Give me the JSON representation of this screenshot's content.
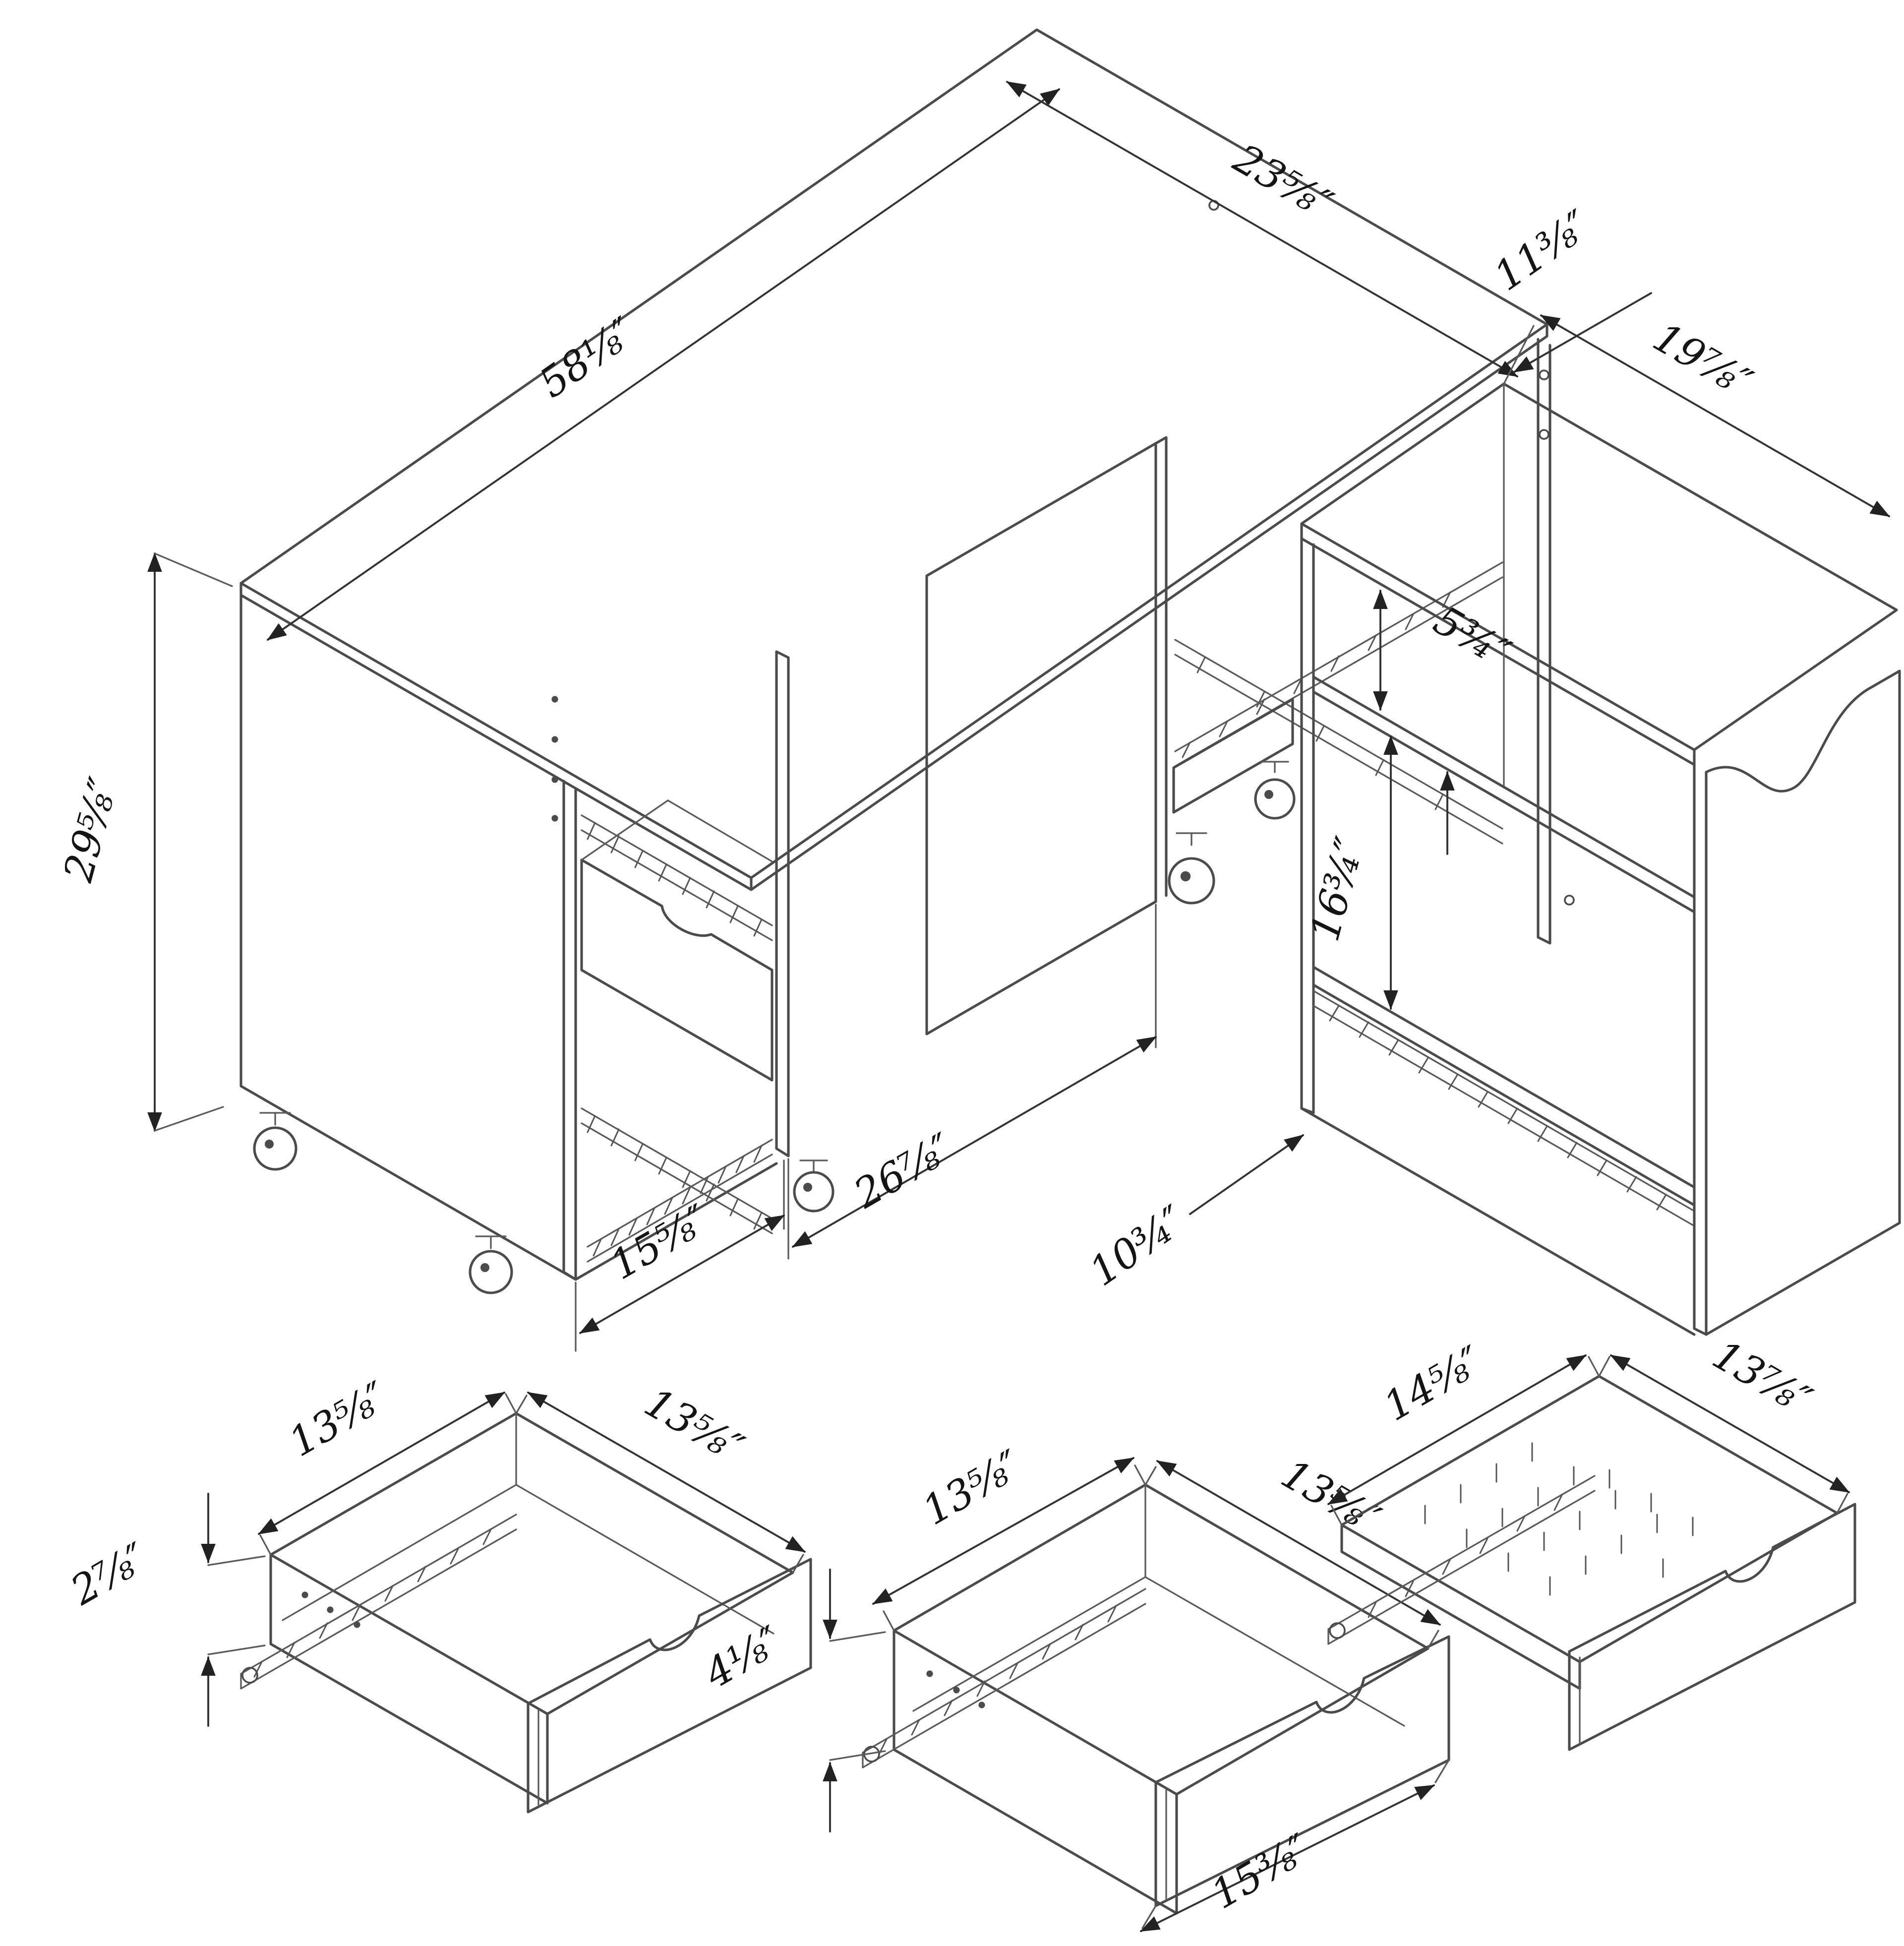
{
  "diagram": {
    "kind": "furniture-assembly-dimension-diagram",
    "units": "inches",
    "main_view": "craft desk with drawer pedestal and mobile storage cart",
    "detail_views": [
      "small drawer",
      "deep drawer",
      "perforated sliding tray"
    ]
  },
  "dims": {
    "desk_width": {
      "label": "58⅛″"
    },
    "desk_depth": {
      "label": "23⅝″"
    },
    "desk_height": {
      "label": "29⅝″"
    },
    "pedestal_width": {
      "label": "15⅝″"
    },
    "knee_space_width": {
      "label": "26⅞″"
    },
    "cart_top_depth": {
      "label": "11⅜″"
    },
    "cart_top_width": {
      "label": "19⅞″"
    },
    "cart_shelf_gap": {
      "label": "5¾″"
    },
    "cart_open_height": {
      "label": "16¾″"
    },
    "cart_bottom_depth": {
      "label": "10¾″"
    },
    "drawer1_side": {
      "label": "13⅝″"
    },
    "drawer1_front": {
      "label": "13⅝″"
    },
    "drawer1_height": {
      "label": "2⅞″"
    },
    "drawer2_side": {
      "label": "13⅝″"
    },
    "drawer2_front": {
      "label": "13⅝″"
    },
    "drawer2_height": {
      "label": "4⅛″"
    },
    "drawer2_width": {
      "label": "15⅜″"
    },
    "tray_side": {
      "label": "14⅝″"
    },
    "tray_front": {
      "label": "13⅞″"
    }
  }
}
